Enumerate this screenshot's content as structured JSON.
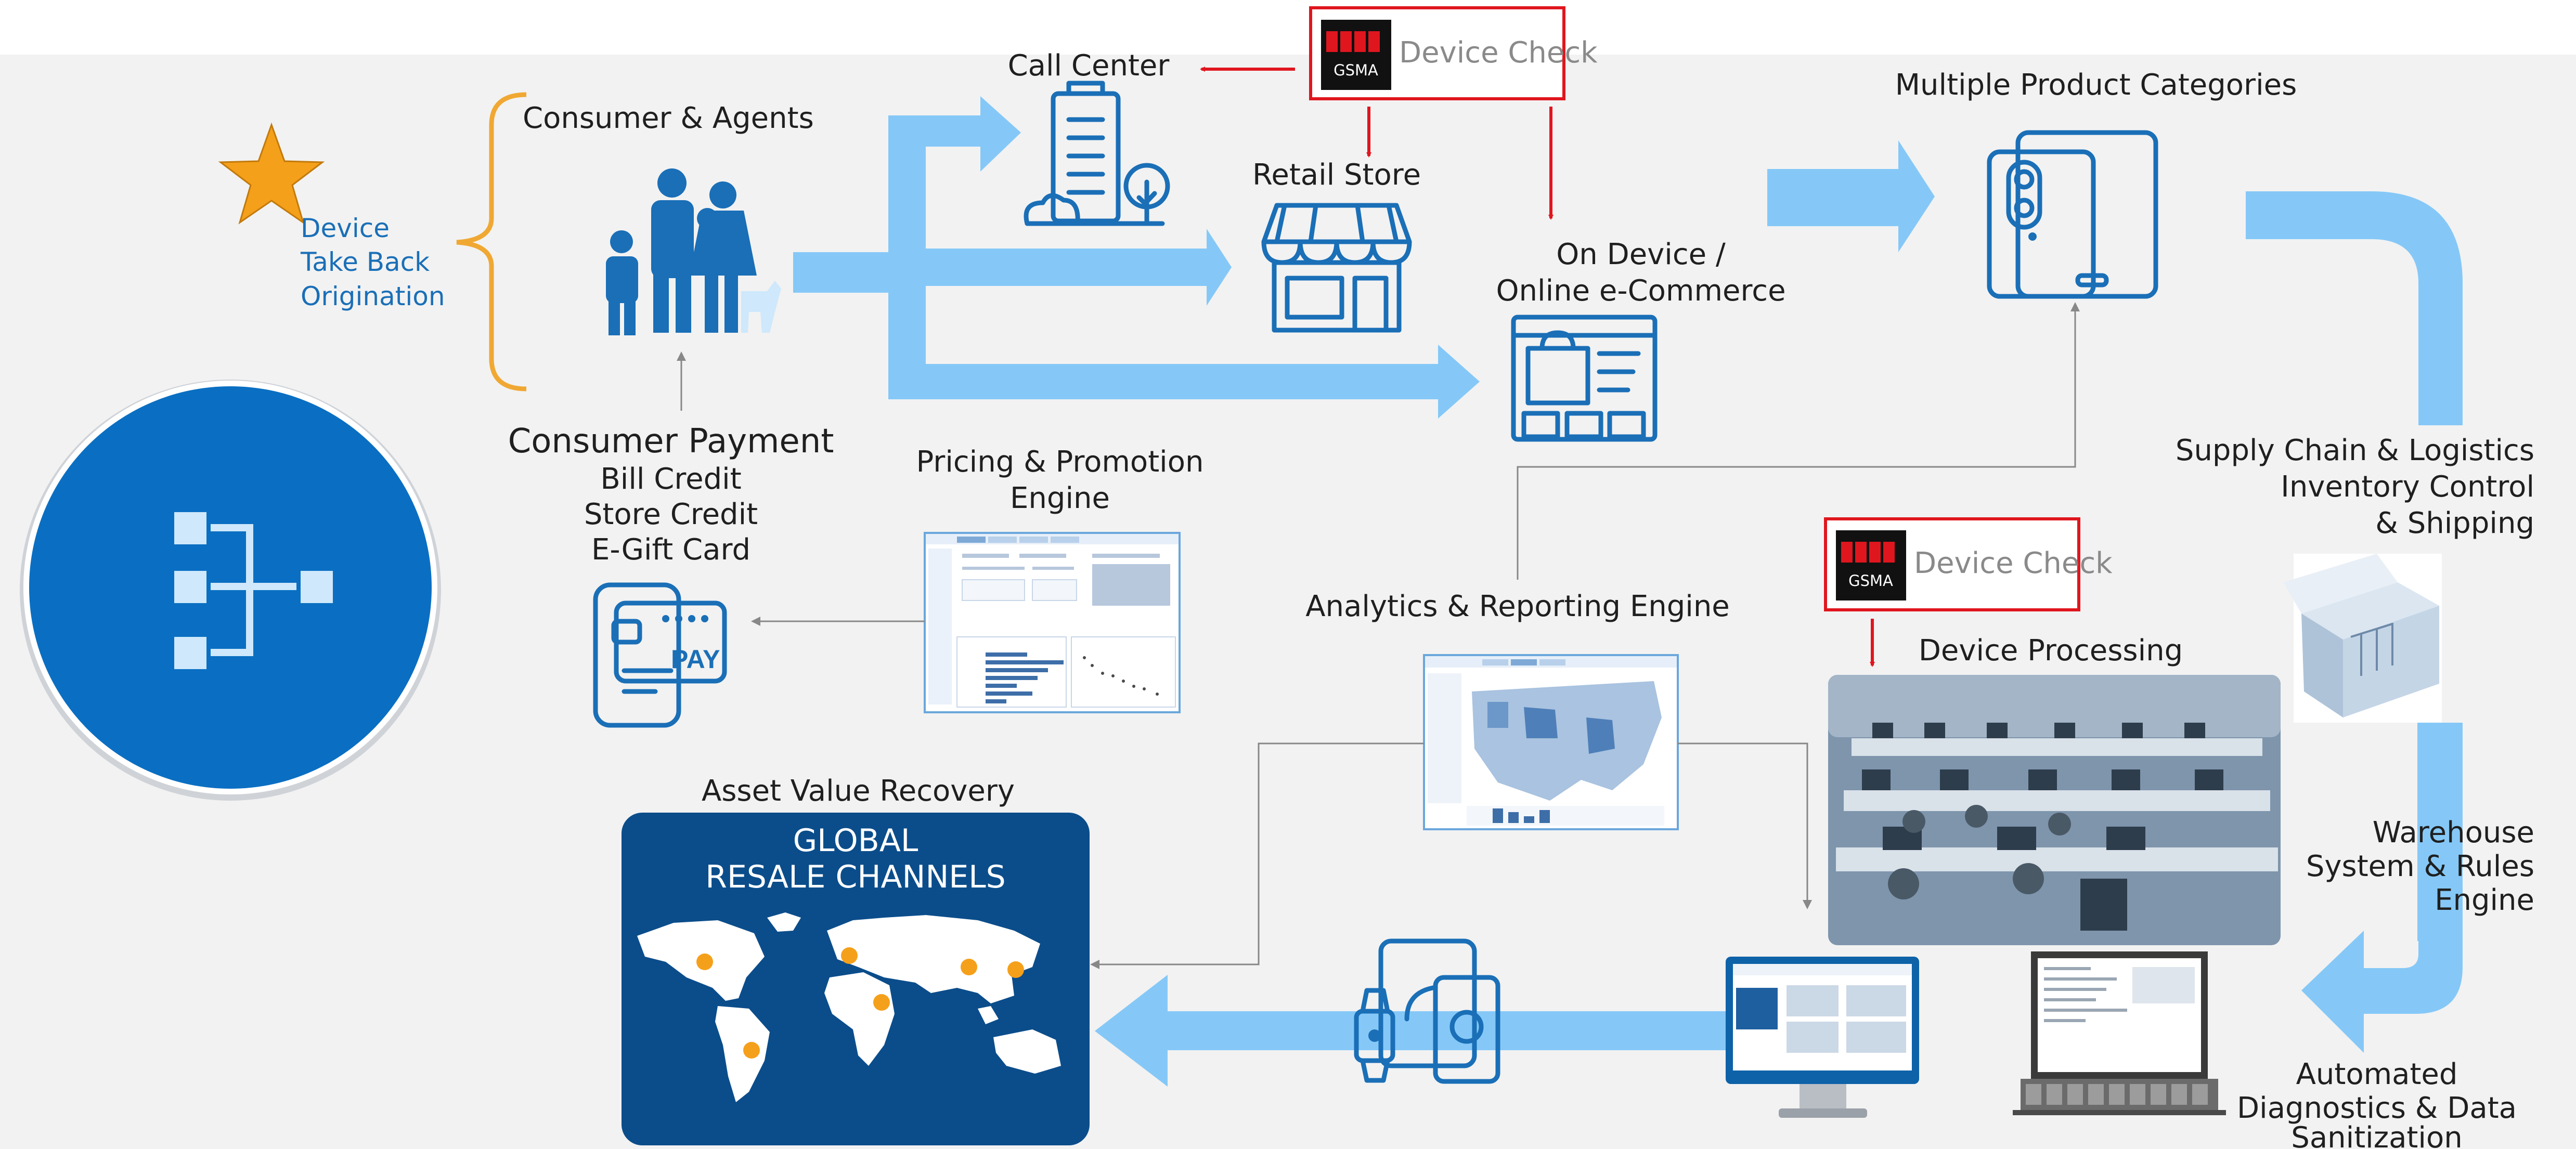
{
  "colors": {
    "flow_arrow": "#85c8f7",
    "icon_blue": "#1a6fb7",
    "star": "#f5a01a",
    "bracket": "#f0a833",
    "red": "#e0161e",
    "panel_navy": "#0b4d8b",
    "circle_blue": "#0a6fc2",
    "background": "#f2f2f2"
  },
  "origination": {
    "star_icon": "star-icon",
    "lines": [
      "Device",
      "Take Back",
      "Origination"
    ]
  },
  "consumer": {
    "title": "Consumer & Agents",
    "icon": "family-icon"
  },
  "payment": {
    "title": "Consumer Payment",
    "lines": [
      "Bill Credit",
      "Store Credit",
      "E-Gift Card"
    ],
    "icon": "pay-card-icon"
  },
  "channels": {
    "call_center": "Call Center",
    "retail_store": "Retail Store",
    "ecommerce_lines": [
      "On Device /",
      "Online e-Commerce"
    ]
  },
  "device_check": {
    "badge_text": "GSMA",
    "label": "Device Check"
  },
  "pricing": {
    "title_lines": [
      "Pricing & Promotion",
      "Engine"
    ]
  },
  "analytics": {
    "title": "Analytics & Reporting Engine"
  },
  "categories": {
    "title": "Multiple Product Categories",
    "icon": "phones-icon"
  },
  "supply_chain": {
    "lines": [
      "Supply Chain & Logistics",
      "Inventory Control",
      "& Shipping"
    ]
  },
  "processing": {
    "title": "Device Processing"
  },
  "warehouse": {
    "lines": [
      "Warehouse",
      "System & Rules",
      "Engine"
    ]
  },
  "diagnostics": {
    "lines": [
      "Automated",
      "Diagnostics & Data",
      "Sanitization"
    ]
  },
  "asset_recovery": {
    "title": "Asset Value Recovery",
    "panel_lines": [
      "GLOBAL",
      "RESALE CHANNELS"
    ]
  }
}
